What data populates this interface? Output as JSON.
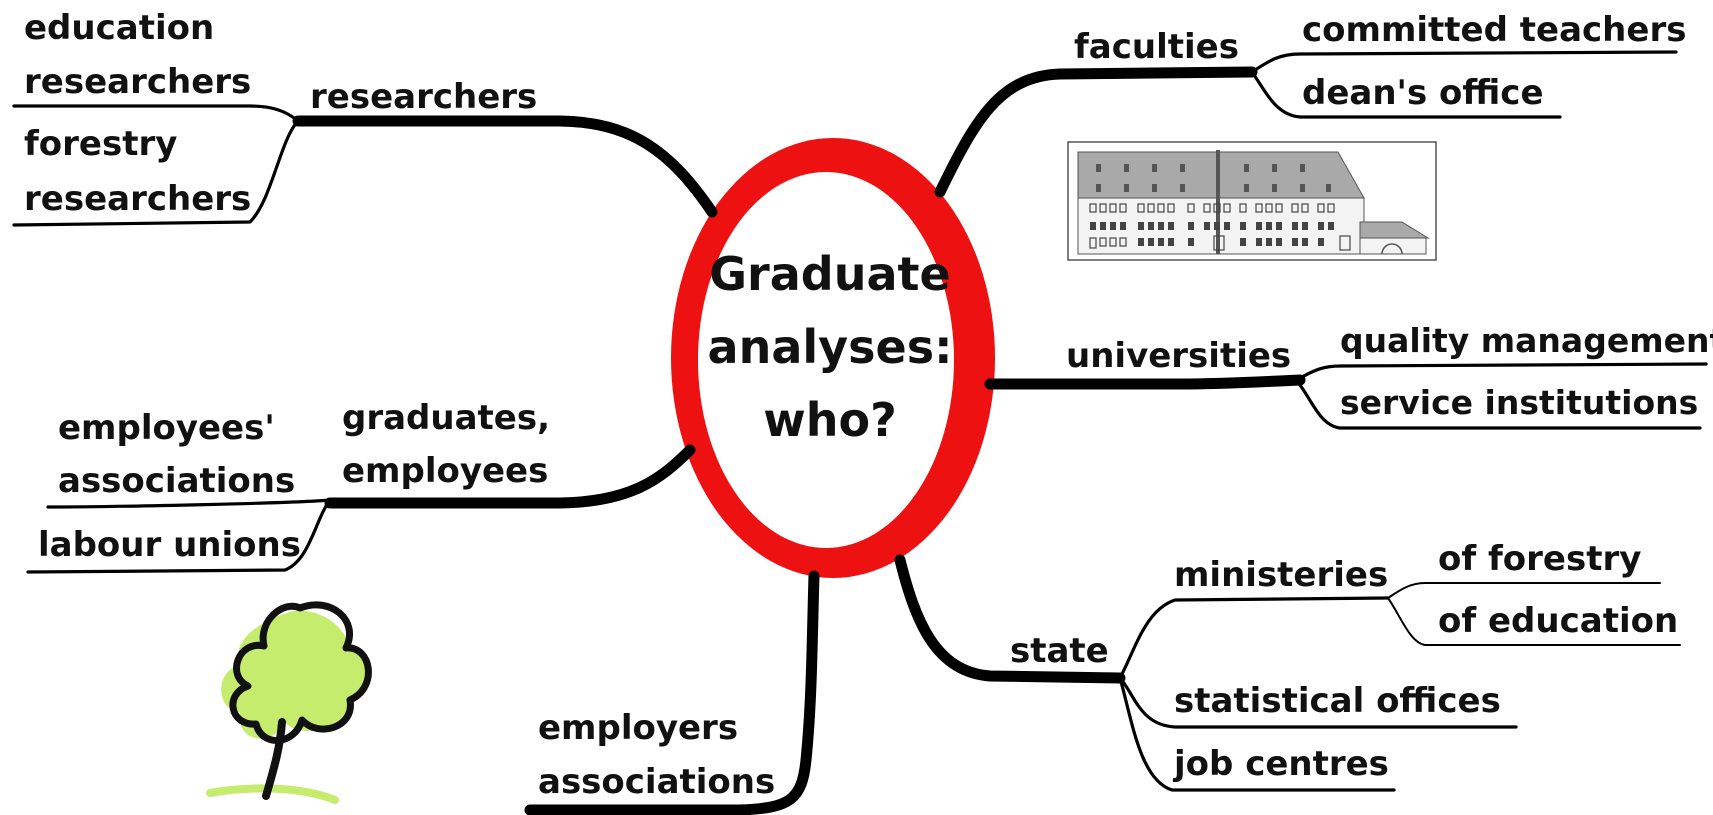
{
  "center": {
    "line1": "Graduate",
    "line2": "analyses:",
    "line3": "who?",
    "ring_color": "#ee1111"
  },
  "branches": {
    "researchers": {
      "label": "researchers",
      "children": {
        "education_line1": "education",
        "education_line2": "researchers",
        "forestry_line1": "forestry",
        "forestry_line2": "researchers"
      }
    },
    "graduates": {
      "label_line1": "graduates,",
      "label_line2": "employees",
      "children": {
        "employees_assoc_line1": "employees'",
        "employees_assoc_line2": "associations",
        "labour_unions": "labour unions"
      }
    },
    "employers": {
      "label_line1": "employers",
      "label_line2": "associations"
    },
    "faculties": {
      "label": "faculties",
      "children": {
        "committed_teachers": "committed teachers",
        "deans_office": "dean's office"
      }
    },
    "universities": {
      "label": "universities",
      "children": {
        "quality_management": "quality management",
        "service_institutions": "service institutions"
      }
    },
    "state": {
      "label": "state",
      "children": {
        "ministeries": "ministeries",
        "of_forestry": "of forestry",
        "of_education": "of education",
        "statistical_offices": "statistical offices",
        "job_centres": "job centres"
      }
    }
  },
  "images": {
    "building": "building-sketch-icon",
    "tree": "tree-doodle-icon",
    "tree_color": "#c6ec6e"
  }
}
